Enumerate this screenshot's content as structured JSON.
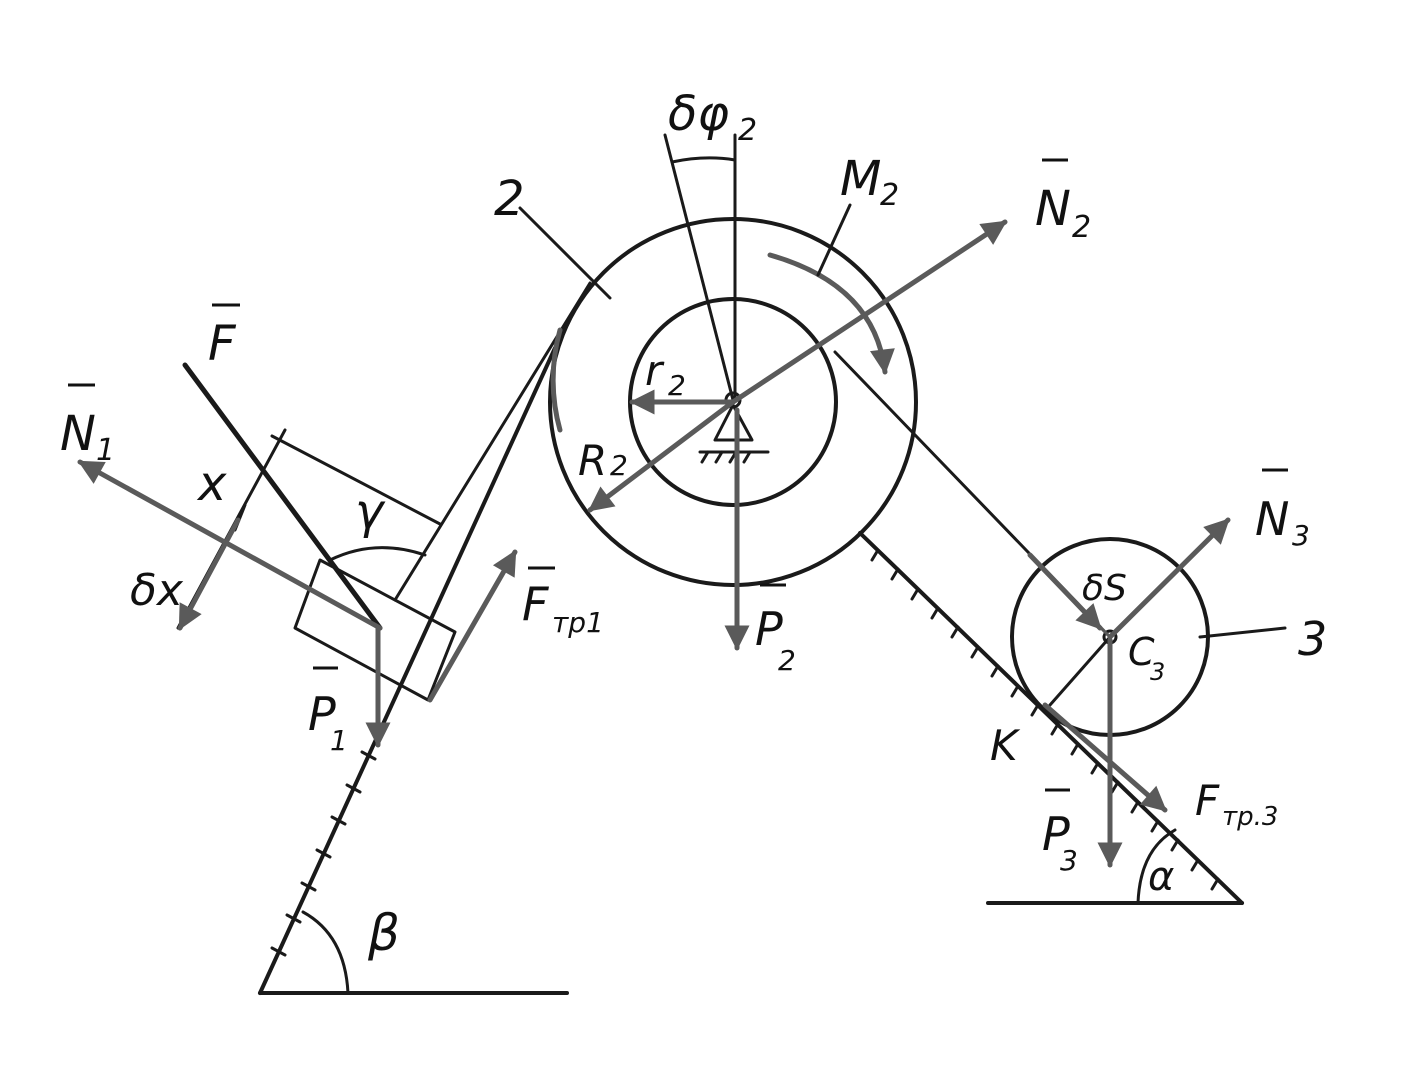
{
  "labels": {
    "delta_phi": {
      "main": "δφ",
      "sub": "2"
    },
    "moment": {
      "main": "M",
      "sub": "2"
    },
    "n2": {
      "main": "N",
      "sub": "2"
    },
    "body2": "2",
    "f": "F",
    "n1": {
      "main": "N",
      "sub": "1"
    },
    "x": "x",
    "delta_x": "δx",
    "gamma": "γ",
    "r2": {
      "main": "r",
      "sub": "2"
    },
    "big_r2": {
      "main": "R",
      "sub": "2"
    },
    "ftr1": {
      "main": "F",
      "sub": "тр1"
    },
    "p1": {
      "main": "P",
      "sub": "1"
    },
    "p2": {
      "main": "P",
      "sub": "2"
    },
    "n3": {
      "main": "N",
      "sub": "3"
    },
    "delta_s": "δS",
    "c3": {
      "main": "C",
      "sub": "3"
    },
    "body3": "3",
    "k": "K",
    "p3": {
      "main": "P",
      "sub": "3"
    },
    "ftr3": {
      "main": "F",
      "sub": "тр.3"
    },
    "alpha": "α",
    "beta": "β"
  },
  "colors": {
    "ink": "#1a1a1a",
    "force": "#5a5a5a"
  }
}
